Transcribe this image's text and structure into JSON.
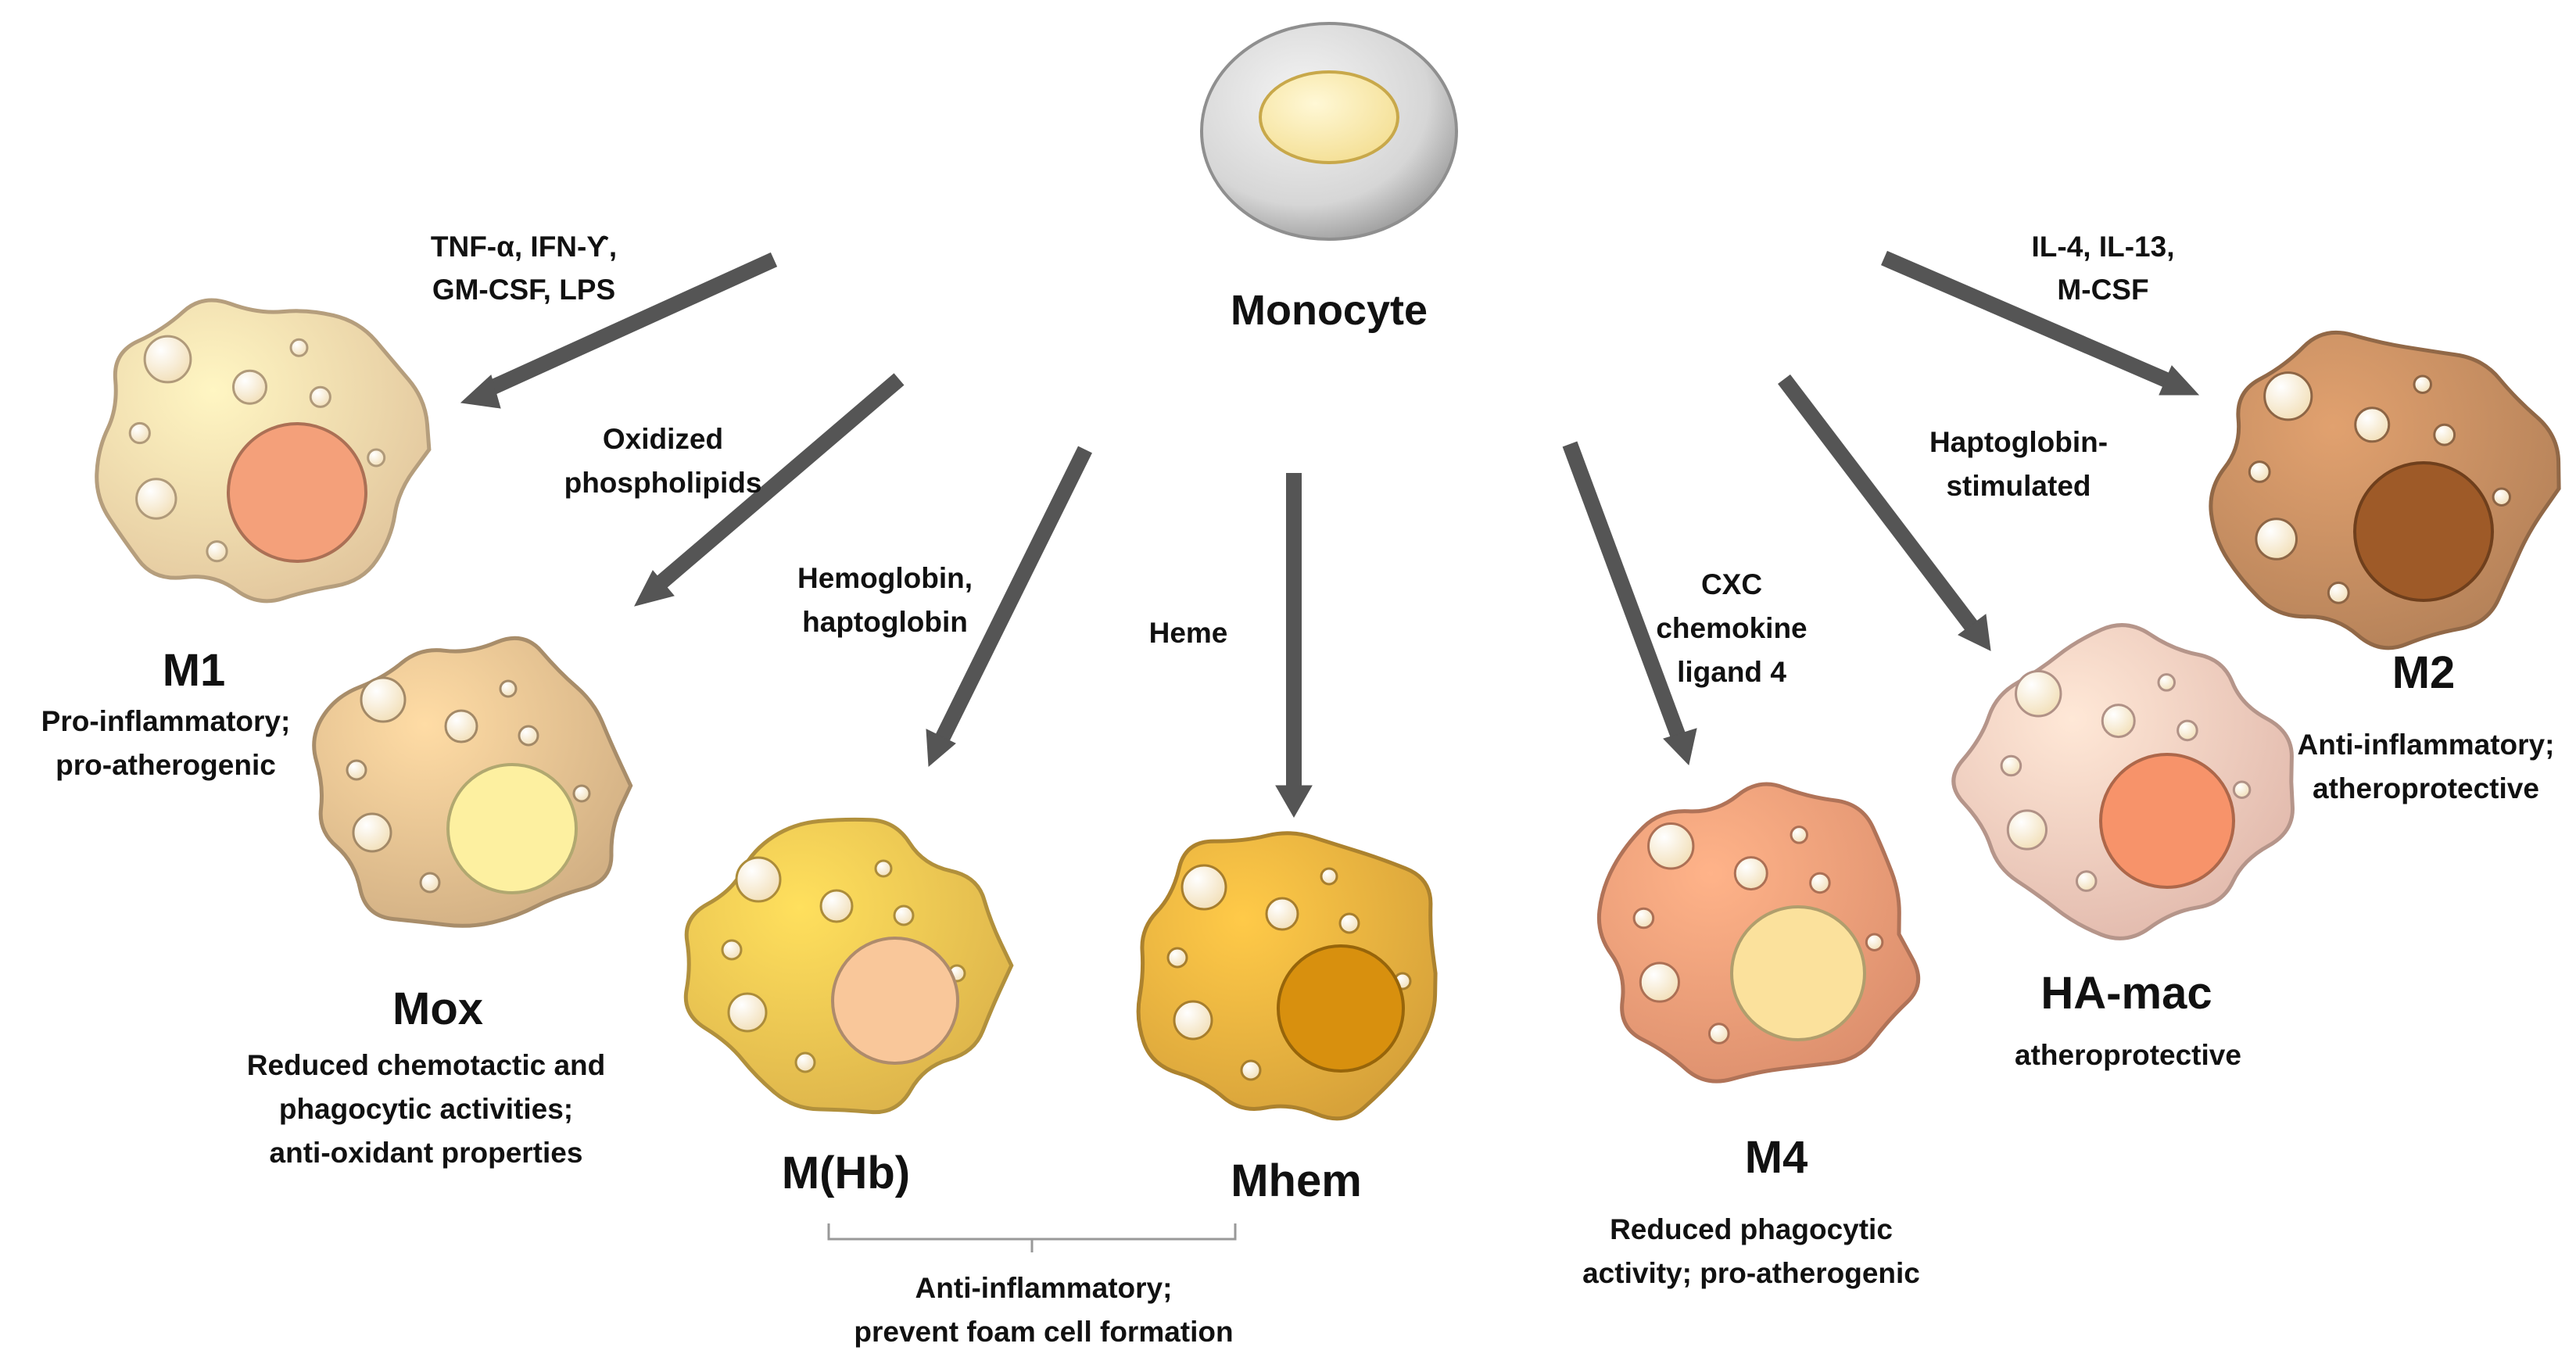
{
  "monocyte": {
    "label": "Monocyte"
  },
  "stimuli": {
    "m1": [
      "TNF-α, IFN-ϒ,",
      "GM-CSF, LPS"
    ],
    "mox": [
      "Oxidized",
      "phospholipids"
    ],
    "mhb": [
      "Hemoglobin,",
      "haptoglobin"
    ],
    "mhem": [
      "Heme"
    ],
    "m4": [
      "CXC",
      "chemokine",
      "ligand 4"
    ],
    "hamac": [
      "Haptoglobin-",
      "stimulated"
    ],
    "m2": [
      "IL-4, IL-13,",
      "M-CSF"
    ]
  },
  "cells": {
    "m1": {
      "name": "M1",
      "desc": [
        "Pro-inflammatory;",
        "pro-atherogenic"
      ],
      "body_color": "#fbdcae",
      "nucleus_color": "#f4a07a"
    },
    "mox": {
      "name": "Mox",
      "desc": [
        "Reduced chemotactic and",
        "phagocytic activities;",
        "anti-oxidant properties"
      ],
      "body_color": "#e9c493",
      "nucleus_color": "#fdf0a0"
    },
    "mhb": {
      "name": "M(Hb)",
      "desc": [],
      "body_color": "#f6c853",
      "nucleus_color": "#f9c79a"
    },
    "mhem": {
      "name": "Mhem",
      "desc": [],
      "body_color": "#efb440",
      "nucleus_color": "#d8900e"
    },
    "m4": {
      "name": "M4",
      "desc": [
        "Reduced phagocytic",
        "activity; pro-atherogenic"
      ],
      "body_color": "#f5a07a",
      "nucleus_color": "#fbe19c"
    },
    "hamac": {
      "name": "HA-mac",
      "desc": [
        "atheroprotective"
      ],
      "body_color": "#fbcfc0",
      "nucleus_color": "#f7936a"
    },
    "m2": {
      "name": "M2",
      "desc": [
        "Anti-inflammatory;",
        "atheroprotective"
      ],
      "body_color": "#c99063",
      "nucleus_color": "#9e5a28"
    }
  },
  "shared_note": [
    "Anti-inflammatory;",
    "prevent  foam cell formation"
  ]
}
